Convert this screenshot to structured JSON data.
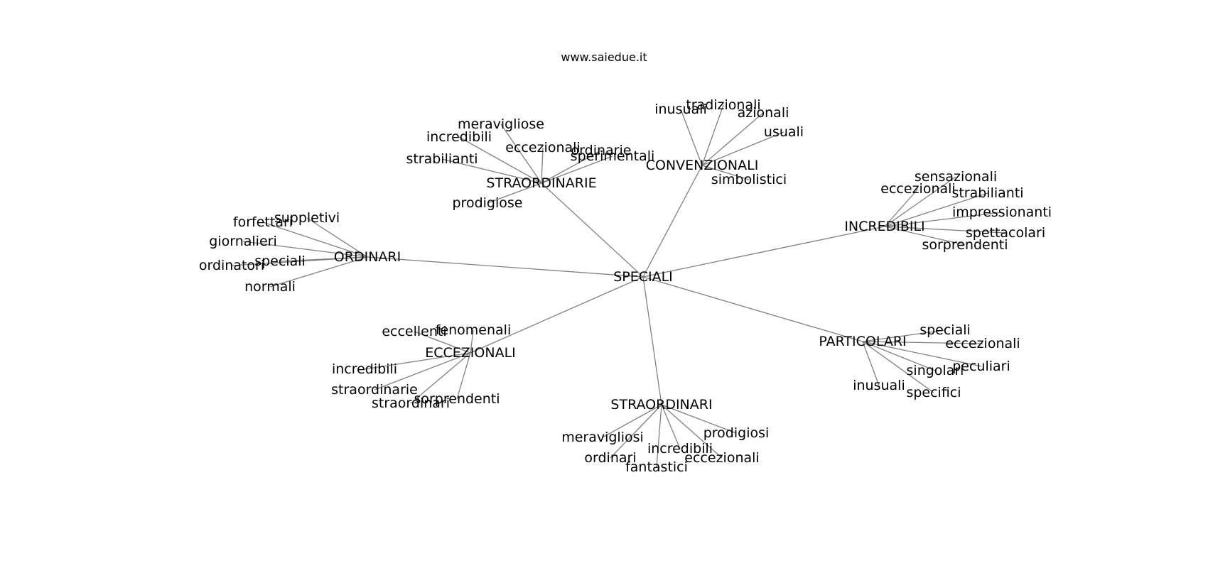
{
  "header": {
    "site": "www.saiedue.it"
  },
  "colors": {
    "edge": "#808080",
    "text": "#000000",
    "background": "#ffffff"
  },
  "graph": {
    "center": "SPECIALI",
    "hubs": [
      {
        "label": "STRAORDINARIE",
        "leaves": [
          "meravigliose",
          "incredibili",
          "eccezionali",
          "strabilianti",
          "prodigiose",
          "ordinarie",
          "sperimentali"
        ]
      },
      {
        "label": "CONVENZIONALI",
        "leaves": [
          "inusuali",
          "tradizionali",
          "azionali",
          "usuali",
          "simbolistici"
        ]
      },
      {
        "label": "INCREDIBILI",
        "leaves": [
          "sensazionali",
          "eccezionali",
          "strabilianti",
          "impressionanti",
          "spettacolari",
          "sorprendenti"
        ]
      },
      {
        "label": "ORDINARI",
        "leaves": [
          "suppletivi",
          "forfettari",
          "giornalieri",
          "speciali",
          "ordinatori",
          "normali"
        ]
      },
      {
        "label": "ECCEZIONALI",
        "leaves": [
          "eccellenti",
          "fenomenali",
          "incredibili",
          "straordinarie",
          "straordinari",
          "sorprendenti"
        ]
      },
      {
        "label": "PARTICOLARI",
        "leaves": [
          "speciali",
          "eccezionali",
          "peculiari",
          "singolari",
          "inusuali",
          "specifici"
        ]
      },
      {
        "label": "STRAORDINARI",
        "leaves": [
          "meravigliosi",
          "prodigiosi",
          "incredibili",
          "ordinari",
          "eccezionali",
          "fantastici"
        ]
      }
    ]
  }
}
